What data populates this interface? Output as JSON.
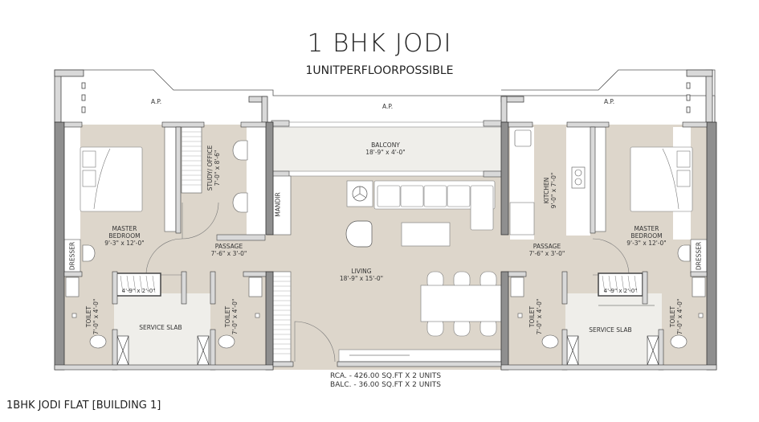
{
  "header": {
    "title": "1 BHK JODI",
    "subtitle": "1UNITPERFLOORPOSSIBLE"
  },
  "colors": {
    "floor": "#ddd6cb",
    "balcony": "#efeeea",
    "wall_dark": "#8f8f8f",
    "wall_light": "#d9d9d9",
    "outline": "#333333",
    "white": "#ffffff"
  },
  "rooms": {
    "ap_left": "A.P.",
    "ap_center": "A.P.",
    "ap_right": "A.P.",
    "balcony": {
      "name": "BALCONY",
      "size": "18'-9\" x 4'-0\""
    },
    "study": {
      "name": "STUDY/ OFFICE",
      "size": "7'-0\" x 8'-6\""
    },
    "mandir": "MANDIR",
    "kitchen": {
      "name": "KITCHEN",
      "size": "9'-0\" x 7'-0\""
    },
    "master_left": {
      "name1": "MASTER",
      "name2": "BEDROOM",
      "size": "9'-3\" x 12'-0\""
    },
    "master_right": {
      "name1": "MASTER",
      "name2": "BEDROOM",
      "size": "9'-3\" x 12'-0\""
    },
    "passage_left": {
      "name": "PASSAGE",
      "size": "7'-6\" x 3'-0\""
    },
    "passage_right": {
      "name": "PASSAGE",
      "size": "7'-6\" x 3'-0\""
    },
    "living": {
      "name": "LIVING",
      "size": "18'-9\" x 15'-0\""
    },
    "dresser_left": "DRESSER",
    "dresser_right": "DRESSER",
    "toilet_ll": {
      "name": "TOILET",
      "size": "7'-0\" x 4'-0\""
    },
    "toilet_lr": {
      "name": "TOILET",
      "size": "7'-0\" x 4'-0\""
    },
    "toilet_rl": {
      "name": "TOILET",
      "size": "7'-0\" x 4'-0\""
    },
    "toilet_rr": {
      "name": "TOILET",
      "size": "7'-0\" x 4'-0\""
    },
    "service_left": "SERVICE SLAB",
    "service_right": "SERVICE SLAB",
    "wardrobe_left": "4'-9\" x 2'-0\"",
    "wardrobe_right": "4'-9\" x 2'-0\""
  },
  "areas": {
    "rca": "RCA. - 426.00 SQ.FT X 2 UNITS",
    "balc": "BALC. - 36.00 SQ.FT X 2 UNITS"
  },
  "caption": "1BHK JODI FLAT [BUILDING 1]"
}
